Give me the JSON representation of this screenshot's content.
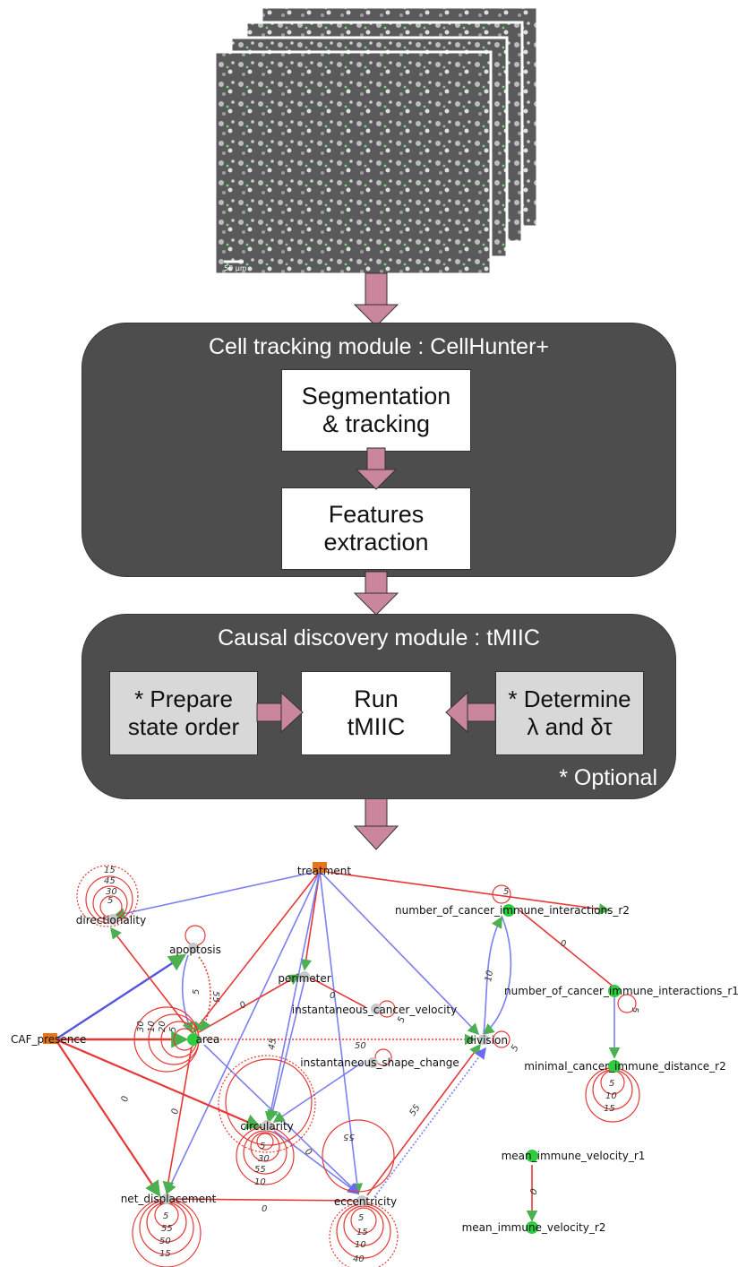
{
  "image_stack": {
    "scale_bar_label": "50 µm",
    "frame_count": 4
  },
  "cell_tracking_panel": {
    "title": "Cell tracking module : CellHunter+",
    "steps": [
      "Segmentation\n& tracking",
      "Features\nextraction"
    ]
  },
  "causal_panel": {
    "title": "Causal discovery module : tMIIC",
    "left_step": "* Prepare\nstate order",
    "center_step": "Run\ntMIIC",
    "right_step": "* Determine\nλ and δτ",
    "optional_note": "* Optional"
  },
  "colors": {
    "panel": "#4d4d4d",
    "flow_arrow": "#c9869d",
    "edge_red": "#e53935",
    "edge_blue": "#7b7ff0",
    "node_orange": "#e8731a",
    "node_green": "#2ecc40",
    "node_grey": "#c8c8c8"
  },
  "network": {
    "nodes": [
      {
        "id": "treatment",
        "label": "treatment",
        "color": "orange"
      },
      {
        "id": "directionality",
        "label": "directionality",
        "color": "grey"
      },
      {
        "id": "apoptosis",
        "label": "apoptosis",
        "color": "grey"
      },
      {
        "id": "caf",
        "label": "CAF_presence",
        "color": "orange"
      },
      {
        "id": "area",
        "label": "area",
        "color": "green"
      },
      {
        "id": "perimeter",
        "label": "perimeter",
        "color": "grey"
      },
      {
        "id": "icv",
        "label": "instantaneous_cancer_velocity",
        "color": "grey"
      },
      {
        "id": "isc",
        "label": "instantaneous_shape_change",
        "color": "grey"
      },
      {
        "id": "circularity",
        "label": "circularity",
        "color": "grey"
      },
      {
        "id": "net",
        "label": "net_displacement",
        "color": "grey"
      },
      {
        "id": "ecc",
        "label": "eccentricity",
        "color": "grey"
      },
      {
        "id": "division",
        "label": "division",
        "color": "grey"
      },
      {
        "id": "nci2",
        "label": "number_of_cancer_immune_interactions_r2",
        "color": "green"
      },
      {
        "id": "nci1",
        "label": "number_of_cancer_immune_interactions_r1",
        "color": "green"
      },
      {
        "id": "mcd2",
        "label": "minimal_cancer_immune_distance_r2",
        "color": "green"
      },
      {
        "id": "miv1",
        "label": "mean_immune_velocity_r1",
        "color": "green"
      },
      {
        "id": "miv2",
        "label": "mean_immune_velocity_r2",
        "color": "green"
      }
    ],
    "edges": [
      {
        "from": "treatment",
        "to": "directionality",
        "color": "blue",
        "label": ""
      },
      {
        "from": "treatment",
        "to": "nci2",
        "color": "red",
        "label": ""
      },
      {
        "from": "treatment",
        "to": "perimeter",
        "color": "red",
        "label": ""
      },
      {
        "from": "treatment",
        "to": "circularity",
        "color": "blue",
        "label": ""
      },
      {
        "from": "treatment",
        "to": "net",
        "color": "blue",
        "label": ""
      },
      {
        "from": "treatment",
        "to": "ecc",
        "color": "blue",
        "label": ""
      },
      {
        "from": "treatment",
        "to": "division",
        "color": "blue",
        "label": ""
      },
      {
        "from": "treatment",
        "to": "area",
        "color": "red",
        "label": ""
      },
      {
        "from": "nci2",
        "to": "nci1",
        "color": "red",
        "label": "0"
      },
      {
        "from": "nci1",
        "to": "mcd2",
        "color": "blue",
        "label": ""
      },
      {
        "from": "nci2",
        "to": "division",
        "color": "blue",
        "label": "10"
      },
      {
        "from": "caf",
        "to": "area",
        "color": "red",
        "label": ""
      },
      {
        "from": "caf",
        "to": "apoptosis",
        "color": "blue",
        "label": ""
      },
      {
        "from": "caf",
        "to": "circularity",
        "color": "red",
        "label": ""
      },
      {
        "from": "caf",
        "to": "net",
        "color": "red",
        "label": "0"
      },
      {
        "from": "area",
        "to": "division",
        "color": "red",
        "label": ""
      },
      {
        "from": "area",
        "to": "directionality",
        "color": "red",
        "label": ""
      },
      {
        "from": "area",
        "to": "perimeter",
        "color": "red",
        "label": "0"
      },
      {
        "from": "area",
        "to": "net",
        "color": "red",
        "label": "0"
      },
      {
        "from": "area",
        "to": "ecc",
        "color": "blue",
        "label": ""
      },
      {
        "from": "apoptosis",
        "to": "area",
        "color": "blue",
        "label": "5"
      },
      {
        "from": "icv",
        "to": "perimeter",
        "color": "red",
        "label": "0"
      },
      {
        "from": "isc",
        "to": "circularity",
        "color": "blue",
        "label": ""
      },
      {
        "from": "perimeter",
        "to": "circularity",
        "color": "blue",
        "label": "45"
      },
      {
        "from": "circularity",
        "to": "ecc",
        "color": "blue",
        "label": "0"
      },
      {
        "from": "net",
        "to": "ecc",
        "color": "red",
        "label": "0"
      },
      {
        "from": "ecc",
        "to": "division",
        "color": "red",
        "label": "55"
      },
      {
        "from": "miv1",
        "to": "miv2",
        "color": "red",
        "label": "0"
      }
    ],
    "self_loop_labels": {
      "directionality": [
        "15",
        "45",
        "30",
        "5"
      ],
      "apoptosis": [
        "55"
      ],
      "area": [
        "30",
        "10",
        "20",
        "5"
      ],
      "circularity": [
        "5",
        "30",
        "55",
        "10"
      ],
      "net": [
        "5",
        "55",
        "50",
        "15"
      ],
      "ecc": [
        "55",
        "5",
        "15",
        "10",
        "40"
      ],
      "mcd2": [
        "5",
        "10",
        "15"
      ],
      "nci2": [
        "5"
      ],
      "nci1": [
        "5"
      ],
      "icv": [
        "5"
      ],
      "isc": [
        "50"
      ],
      "division": [
        "5"
      ]
    }
  }
}
